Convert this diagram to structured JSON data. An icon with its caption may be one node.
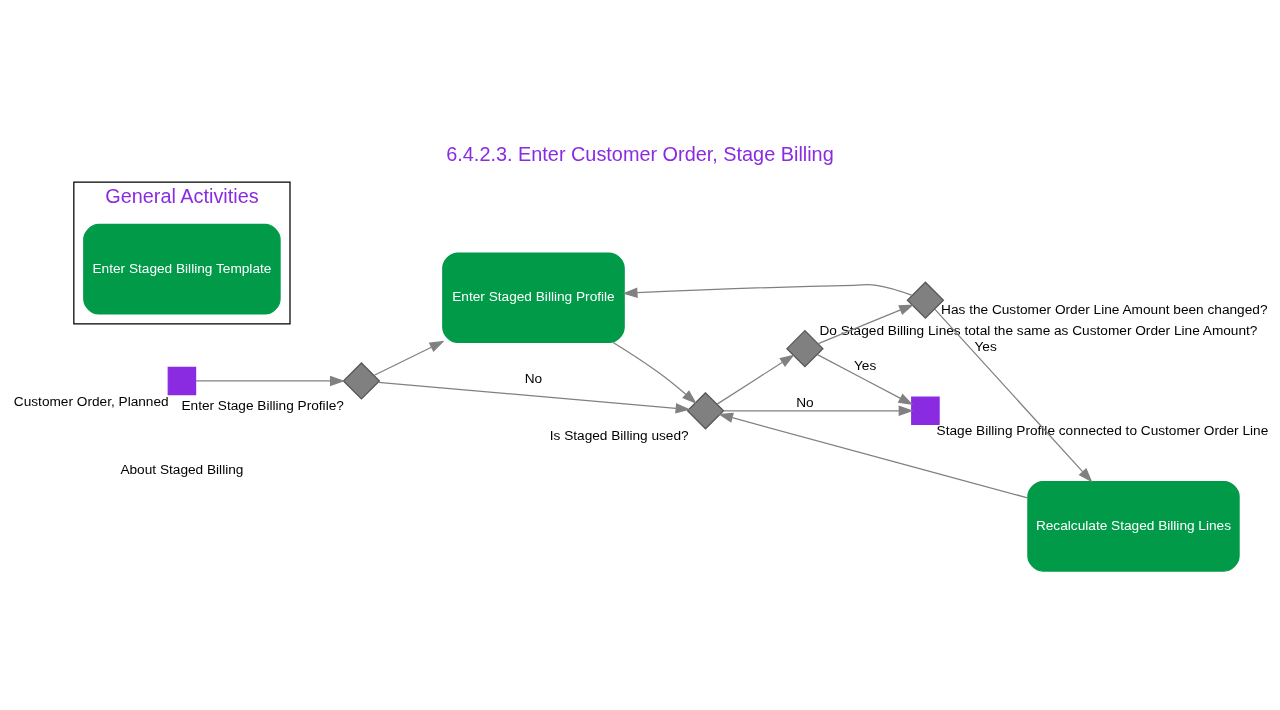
{
  "diagram": {
    "title": "6.4.2.3. Enter Customer Order, Stage Billing",
    "nodes": [
      {
        "text": [
          "About Staged Billing"
        ]
      },
      {
        "text": [],
        "shape": "box",
        "beside": [
          "Customer Order, Planned"
        ]
      },
      {
        "text": [],
        "shape": "diamond",
        "beside": [
          "Enter Stage Billing Profile?"
        ]
      },
      {
        "text": [
          "Enter Staged Billing Profile"
        ]
      },
      {
        "text": [],
        "shape": "diamond",
        "beside": [
          "Is Staged Billing used?"
        ]
      },
      {
        "text": [],
        "shape": "box",
        "beside": [
          "Stage Billing Profile connected to Customer Order Line"
        ]
      },
      {
        "text": [],
        "shape": "diamond",
        "beside": [
          "Do Staged Billing Lines total the same as Customer Order Line Amount?"
        ]
      },
      {
        "text": [],
        "shape": "diamond",
        "beside": [
          "Has the Customer Order Line Amount been changed?"
        ]
      },
      {
        "text": [
          "Recalculate Staged Billing Lines"
        ]
      },
      {
        "text": [
          "General Activities"
        ]
      },
      {
        "text": [
          "Enter Staged Billing Template"
        ],
        "in": 9
      }
    ],
    "edges": [
      {
        "from": 1,
        "to": 2,
        "arrow": "to"
      },
      {
        "from": 2,
        "to": 4,
        "arrow": "to",
        "label": "No"
      },
      {
        "from": 2,
        "to": 3,
        "arrow": "to"
      },
      {
        "from": 3,
        "to": 4,
        "arrow": "to"
      },
      {
        "from": 4,
        "to": 5,
        "arrow": "to",
        "label": "No"
      },
      {
        "from": 4,
        "to": 6,
        "arrow": "to"
      },
      {
        "from": 6,
        "to": 5,
        "arrow": "to",
        "label": "Yes"
      },
      {
        "from": 6,
        "to": 7,
        "arrow": "to"
      },
      {
        "from": 7,
        "to": 8,
        "arrow": "to",
        "label": "Yes"
      },
      {
        "from": 7,
        "to": 3,
        "arrow": "to"
      },
      {
        "from": 8,
        "to": 4,
        "arrow": "to"
      }
    ]
  }
}
